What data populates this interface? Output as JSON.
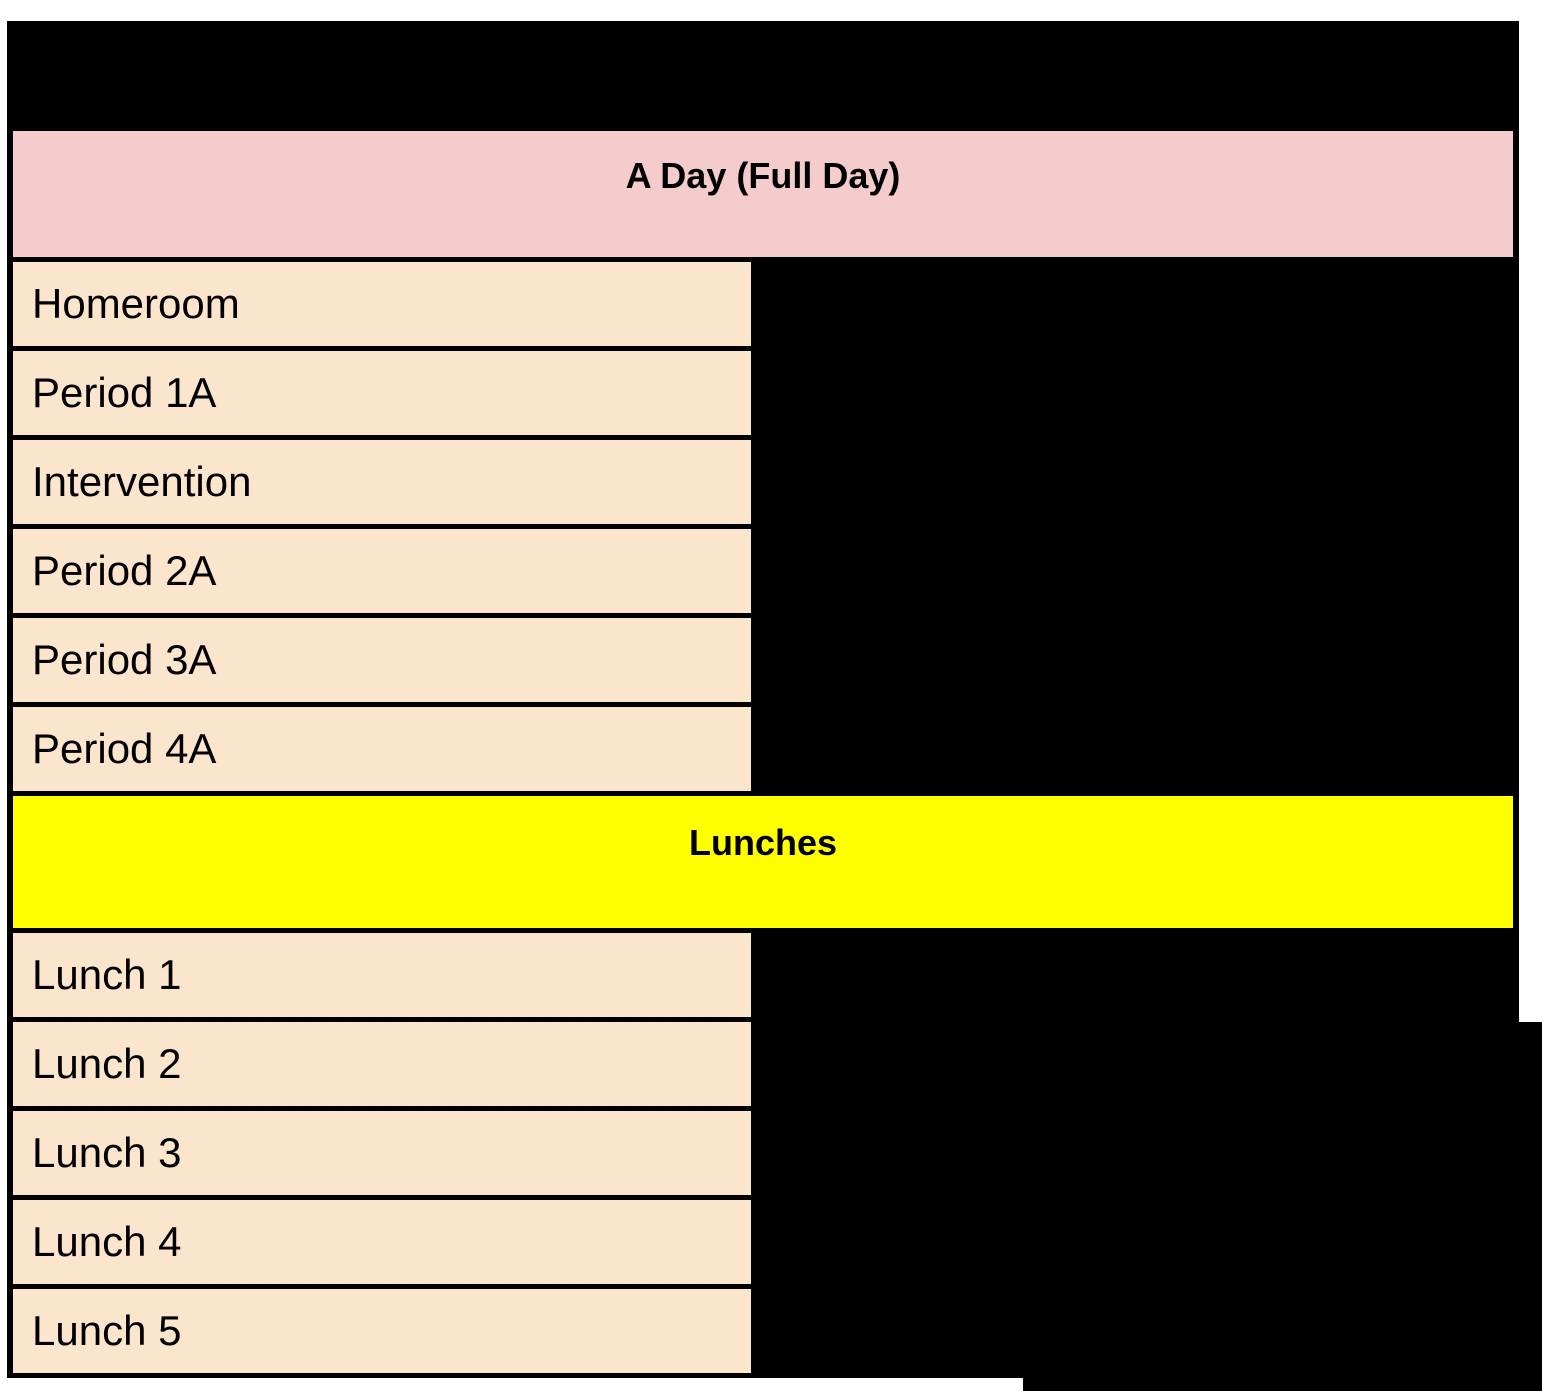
{
  "schedule": {
    "day_header": "A Day (Full Day)",
    "lunch_header": "Lunches",
    "periods": [
      "Homeroom",
      "Period 1A",
      "Intervention",
      "Period 2A",
      "Period 3A",
      "Period 4A"
    ],
    "lunches": [
      "Lunch 1",
      "Lunch 2",
      "Lunch 3",
      "Lunch 4",
      "Lunch 5"
    ],
    "colors": {
      "page_bg": "#FFFFFF",
      "table_bg": "#000000",
      "day_header_bg": "#F4CCCC",
      "lunch_header_bg": "#FFFF00",
      "row_bg": "#FCE5CD",
      "text": "#000000",
      "border": "#000000"
    }
  }
}
